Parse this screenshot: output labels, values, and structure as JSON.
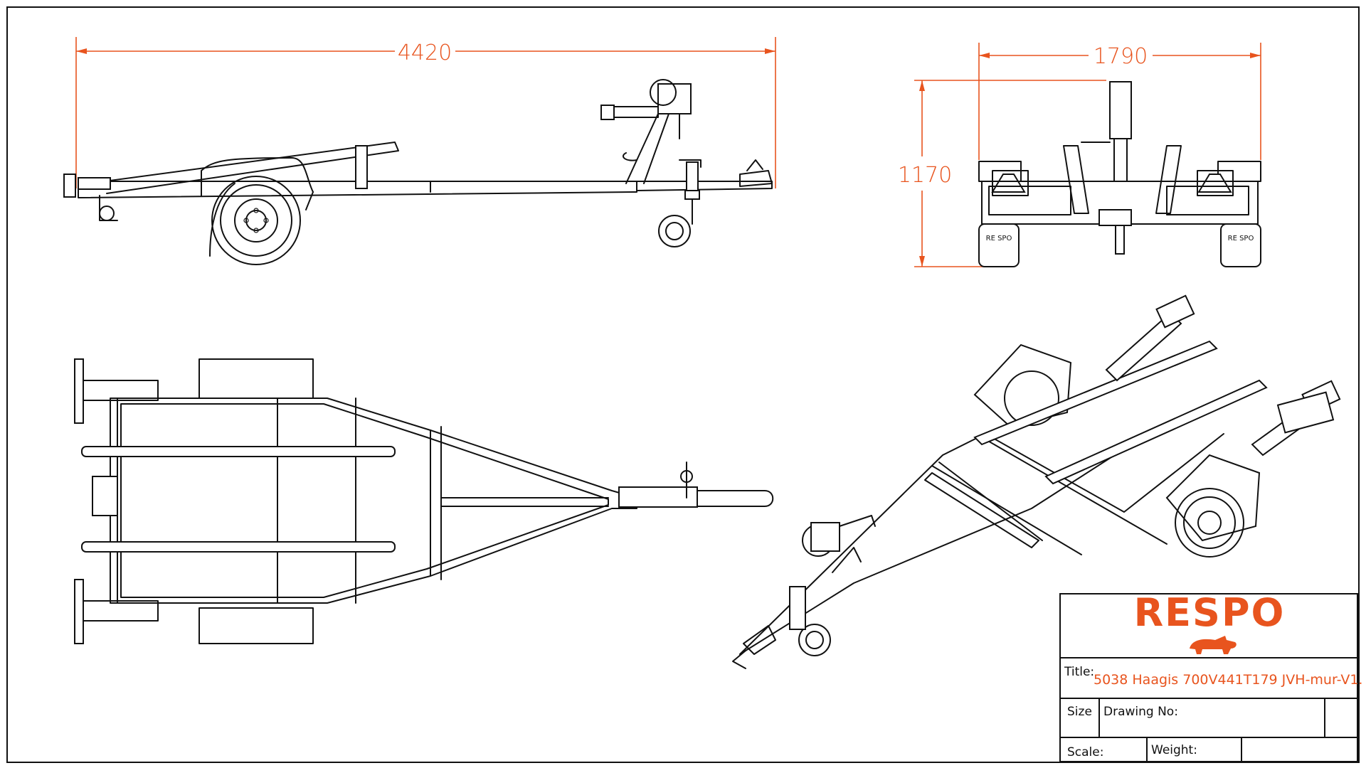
{
  "dimensions": {
    "length": "4420",
    "width": "1790",
    "height": "1170"
  },
  "title_block": {
    "logo_text": "RESPO",
    "title_label": "Title:",
    "title_value": "5038 Haagis 700V441T179 JVH-mur-V1.",
    "size_label": "Size",
    "drawing_no_label": "Drawing No:",
    "scale_label": "Scale:",
    "weight_label": "Weight:"
  },
  "fender_marking": "RE SPO",
  "colors": {
    "accent": "#e8541e",
    "line": "#111111"
  }
}
